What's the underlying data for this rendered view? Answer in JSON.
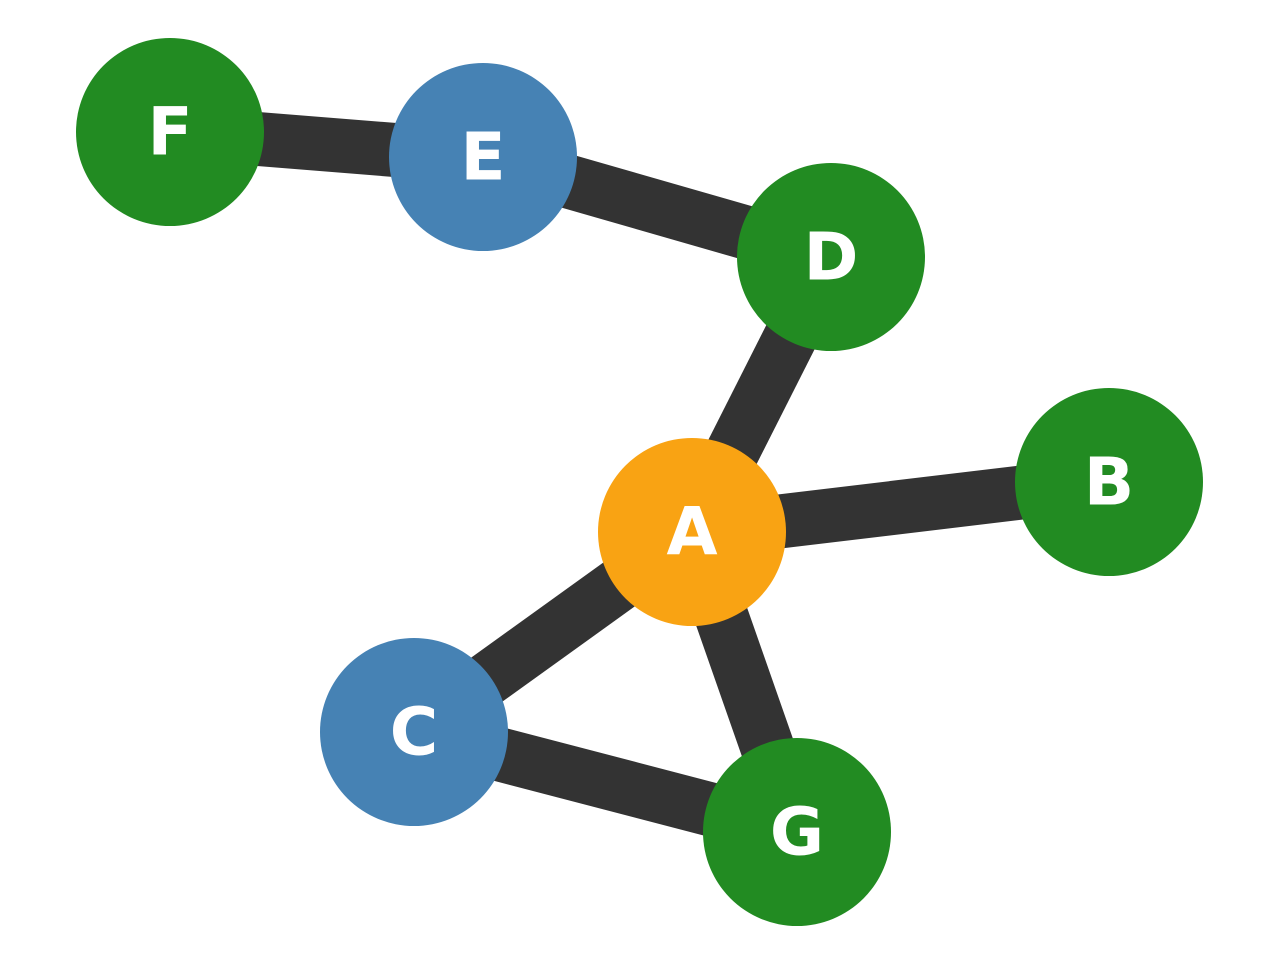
{
  "colors": {
    "edge": "#333333",
    "label": "#ffffff",
    "background": "#ffffff"
  },
  "nodes": [
    {
      "id": "A",
      "label": "A",
      "color": "#F9A313"
    },
    {
      "id": "B",
      "label": "B",
      "color": "#228B22"
    },
    {
      "id": "C",
      "label": "C",
      "color": "#4682B4"
    },
    {
      "id": "D",
      "label": "D",
      "color": "#228B22"
    },
    {
      "id": "E",
      "label": "E",
      "color": "#4682B4"
    },
    {
      "id": "F",
      "label": "F",
      "color": "#228B22"
    },
    {
      "id": "G",
      "label": "G",
      "color": "#228B22"
    }
  ],
  "edges": [
    {
      "source": "F",
      "target": "E"
    },
    {
      "source": "E",
      "target": "D"
    },
    {
      "source": "D",
      "target": "A"
    },
    {
      "source": "A",
      "target": "B"
    },
    {
      "source": "A",
      "target": "C"
    },
    {
      "source": "A",
      "target": "G"
    },
    {
      "source": "C",
      "target": "G"
    }
  ]
}
